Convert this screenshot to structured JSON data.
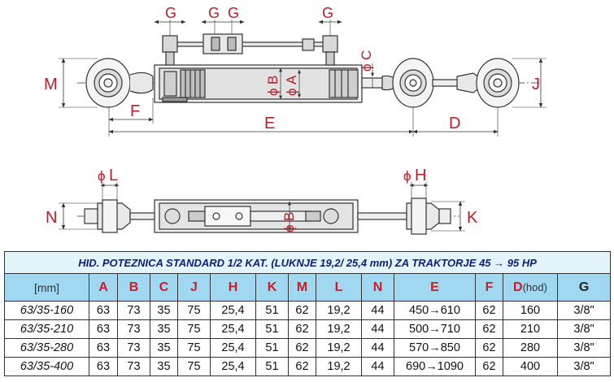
{
  "drawing": {
    "dimension_labels": {
      "g1": "G",
      "g2": "G",
      "g3": "G",
      "g4": "G",
      "m": "M",
      "f": "F",
      "e": "E",
      "d": "D",
      "j": "J",
      "c": "C",
      "b": "B",
      "a": "A",
      "l": "L",
      "h": "H",
      "n": "N",
      "k": "K",
      "b2": "B",
      "diameter_symbol": "ϕ"
    }
  },
  "table": {
    "title": "HID. POTEZNICA STANDARD 1/2 KAT. (LUKNJE 19,2/ 25,4 mm) ZA TRAKTORJE 45 → 95 HP",
    "headers": [
      "[mm]",
      "A",
      "B",
      "C",
      "J",
      "H",
      "K",
      "M",
      "L",
      "N",
      "E",
      "F",
      "D",
      "G"
    ],
    "header_d_suffix": "(hod)",
    "rows": [
      [
        "63/35-160",
        "63",
        "73",
        "35",
        "75",
        "25,4",
        "51",
        "62",
        "19,2",
        "44",
        "450→610",
        "62",
        "160",
        "3/8\""
      ],
      [
        "63/35-210",
        "63",
        "73",
        "35",
        "75",
        "25,4",
        "51",
        "62",
        "19,2",
        "44",
        "500→710",
        "62",
        "210",
        "3/8\""
      ],
      [
        "63/35-280",
        "63",
        "73",
        "35",
        "75",
        "25,4",
        "51",
        "62",
        "19,2",
        "44",
        "570→850",
        "62",
        "280",
        "3/8\""
      ],
      [
        "63/35-400",
        "63",
        "73",
        "35",
        "75",
        "25,4",
        "51",
        "62",
        "19,2",
        "44",
        "690→1090",
        "62",
        "400",
        "3/8\""
      ]
    ],
    "colors": {
      "title_bg": "#e4f4fb",
      "title_text": "#0b1f7a",
      "header_bg": "#9fd8f0",
      "header_text": "#cc1b2b",
      "label_red": "#b51e2d"
    }
  }
}
